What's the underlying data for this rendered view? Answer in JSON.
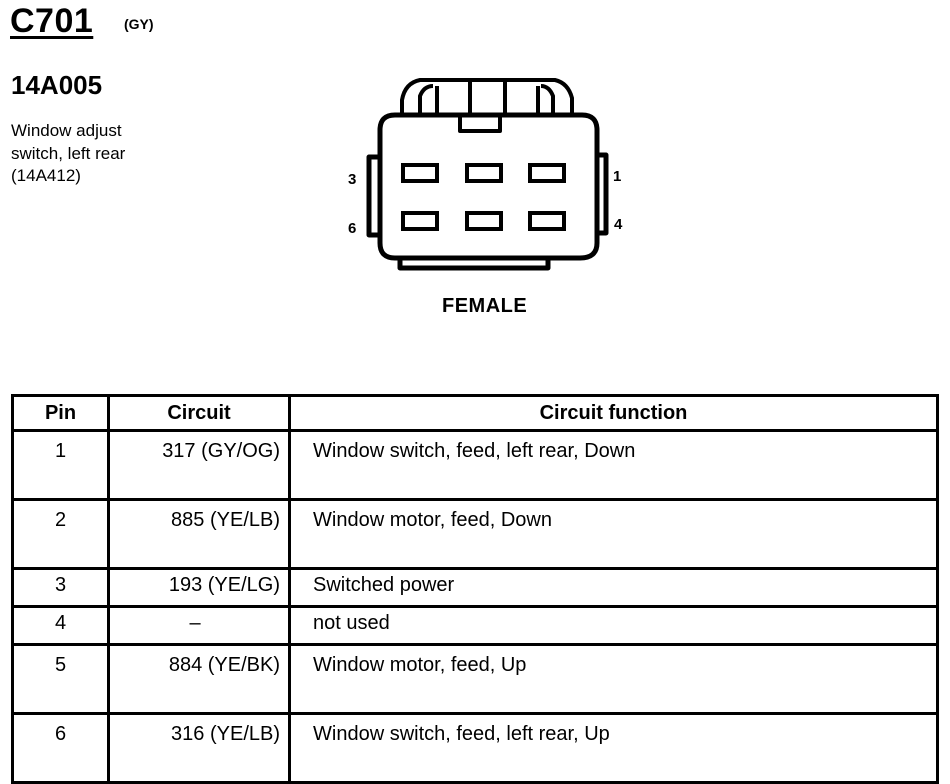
{
  "header": {
    "connector_id": "C701",
    "connector_color": "(GY)",
    "part_number": "14A005",
    "description_lines": [
      "Window adjust",
      "switch, left rear",
      "(14A412)"
    ]
  },
  "diagram": {
    "pin_labels": {
      "top_left": "3",
      "bottom_left": "6",
      "top_right": "1",
      "bottom_right": "4"
    },
    "gender": "FEMALE"
  },
  "table": {
    "headers": {
      "pin": "Pin",
      "circuit": "Circuit",
      "function": "Circuit function"
    },
    "rows": [
      {
        "pin": "1",
        "circuit": "317 (GY/OG)",
        "function": "Window switch, feed, left rear, Down"
      },
      {
        "pin": "2",
        "circuit": "885 (YE/LB)",
        "function": "Window motor, feed, Down"
      },
      {
        "pin": "3",
        "circuit": "193 (YE/LG)",
        "function": "Switched power"
      },
      {
        "pin": "4",
        "circuit": "–",
        "function": "not used"
      },
      {
        "pin": "5",
        "circuit": "884 (YE/BK)",
        "function": "Window motor, feed, Up"
      },
      {
        "pin": "6",
        "circuit": "316 (YE/LB)",
        "function": "Window switch, feed, left rear, Up"
      }
    ]
  }
}
